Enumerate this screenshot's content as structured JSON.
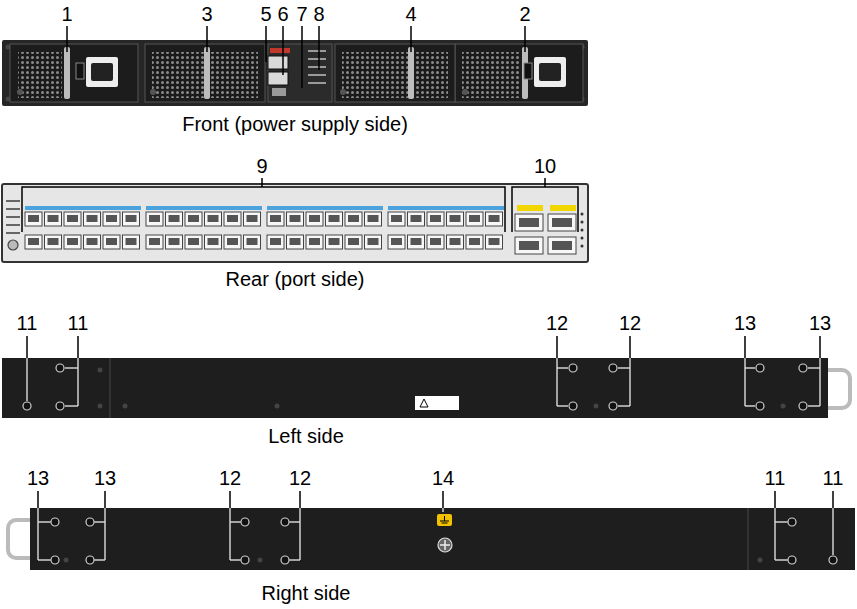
{
  "diagram": {
    "labels": [
      "1",
      "3",
      "5",
      "6",
      "7",
      "8",
      "4",
      "2",
      "Front (power supply side)",
      "9",
      "10",
      "Rear (port side)",
      "11",
      "11",
      "12",
      "12",
      "13",
      "13",
      "Left side",
      "13",
      "13",
      "12",
      "12",
      "14",
      "11",
      "11",
      "Right side"
    ]
  }
}
